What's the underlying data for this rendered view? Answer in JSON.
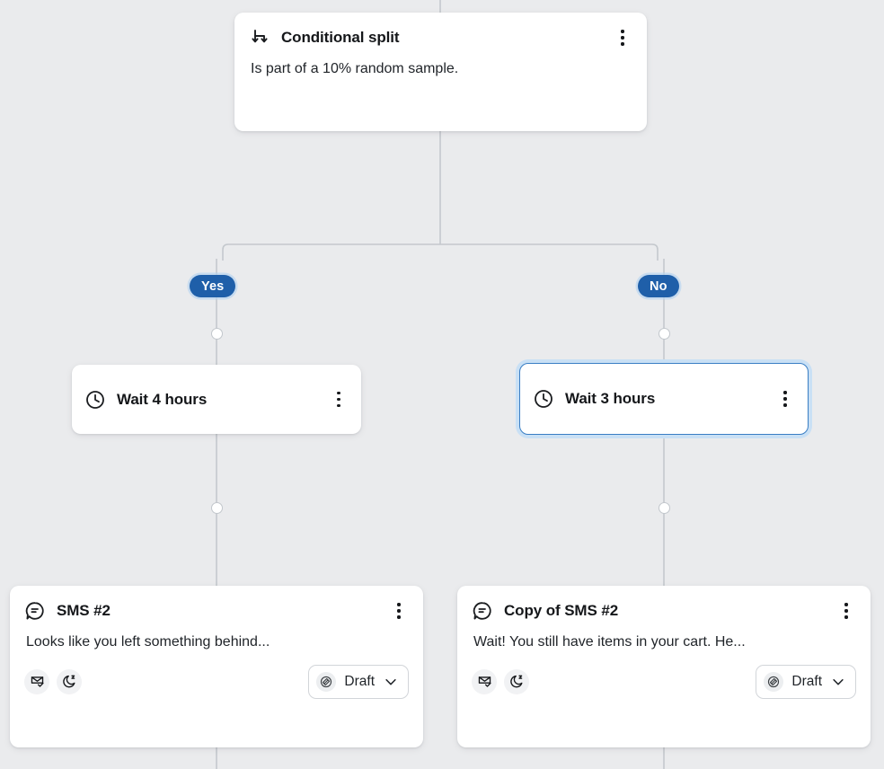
{
  "canvas": {
    "background": "#eaebed",
    "edge_color": "#c4c8cd",
    "accent_blue": "#1f5fa9",
    "selected_border": "#3a7ec4",
    "selected_glow": "#c9e0f5"
  },
  "nodes": {
    "split": {
      "icon": "split-arrows-icon",
      "title": "Conditional split",
      "body": "Is part of a 10% random sample.",
      "menu": "kebab-menu"
    },
    "branches": [
      {
        "label": "Yes"
      },
      {
        "label": "No"
      }
    ],
    "wait_left": {
      "icon": "clock-icon",
      "title": "Wait 4 hours",
      "selected": false
    },
    "wait_right": {
      "icon": "clock-icon",
      "title": "Wait 3 hours",
      "selected": true
    },
    "sms_left": {
      "icon": "message-bubble-icon",
      "title": "SMS #2",
      "body": "Looks like you left something behind...",
      "footer_icons": [
        "smart-sending-icon",
        "quiet-hours-icon"
      ],
      "status": {
        "icon": "draft-pen-icon",
        "label": "Draft",
        "chevron": "chevron-down-icon"
      }
    },
    "sms_right": {
      "icon": "message-bubble-icon",
      "title": "Copy of SMS #2",
      "body": "Wait! You still have items in your cart. He...",
      "footer_icons": [
        "smart-sending-icon",
        "quiet-hours-icon"
      ],
      "status": {
        "icon": "draft-pen-icon",
        "label": "Draft",
        "chevron": "chevron-down-icon"
      }
    }
  }
}
